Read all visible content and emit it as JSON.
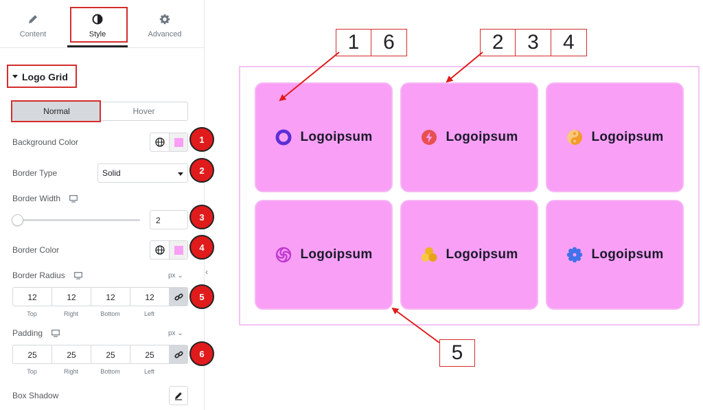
{
  "tabs": [
    {
      "label": "Content",
      "icon": "pencil-icon"
    },
    {
      "label": "Style",
      "icon": "contrast-icon",
      "active": true
    },
    {
      "label": "Advanced",
      "icon": "gear-icon"
    }
  ],
  "section": {
    "title": "Logo Grid",
    "icon": "caret-down-icon"
  },
  "state_toggle": {
    "normal_label": "Normal",
    "hover_label": "Hover",
    "selected": "Normal"
  },
  "controls": {
    "background_color": {
      "label": "Background Color",
      "value": "#f99ff6"
    },
    "border_type": {
      "label": "Border Type",
      "value": "Solid"
    },
    "border_width": {
      "label": "Border Width",
      "value": "2"
    },
    "border_color": {
      "label": "Border Color",
      "value": "#f99ff6"
    },
    "border_radius": {
      "label": "Border Radius",
      "unit": "px",
      "values": [
        "12",
        "12",
        "12",
        "12"
      ],
      "sides": [
        "Top",
        "Right",
        "Bottom",
        "Left"
      ]
    },
    "padding": {
      "label": "Padding",
      "unit": "px",
      "values": [
        "25",
        "25",
        "25",
        "25"
      ],
      "sides": [
        "Top",
        "Right",
        "Bottom",
        "Left"
      ]
    },
    "box_shadow": {
      "label": "Box Shadow"
    }
  },
  "badges": [
    "1",
    "2",
    "3",
    "4",
    "5",
    "6"
  ],
  "callouts": {
    "top_left": [
      "1",
      "6"
    ],
    "top_right": [
      "2",
      "3",
      "4"
    ],
    "bottom": [
      "5"
    ]
  },
  "logos": [
    {
      "text": "Logoipsum",
      "icon": "ring-logo-icon",
      "color": "#5b2fd6"
    },
    {
      "text": "Logoipsum",
      "icon": "bolt-logo-icon",
      "color": "#e8504f"
    },
    {
      "text": "Logoipsum",
      "icon": "yin-yang-logo-icon",
      "color": "#f39a2b"
    },
    {
      "text": "Logoipsum",
      "icon": "swirl-logo-icon",
      "color": "#c13bd0"
    },
    {
      "text": "Logoipsum",
      "icon": "trefoil-logo-icon",
      "color": "#f0b323"
    },
    {
      "text": "Logoipsum",
      "icon": "flower-logo-icon",
      "color": "#3f72e8"
    }
  ],
  "colors": {
    "accent_red": "#d42b2b",
    "grid_item_bg": "#f99ff6",
    "grid_border": "#f3c4f3"
  }
}
